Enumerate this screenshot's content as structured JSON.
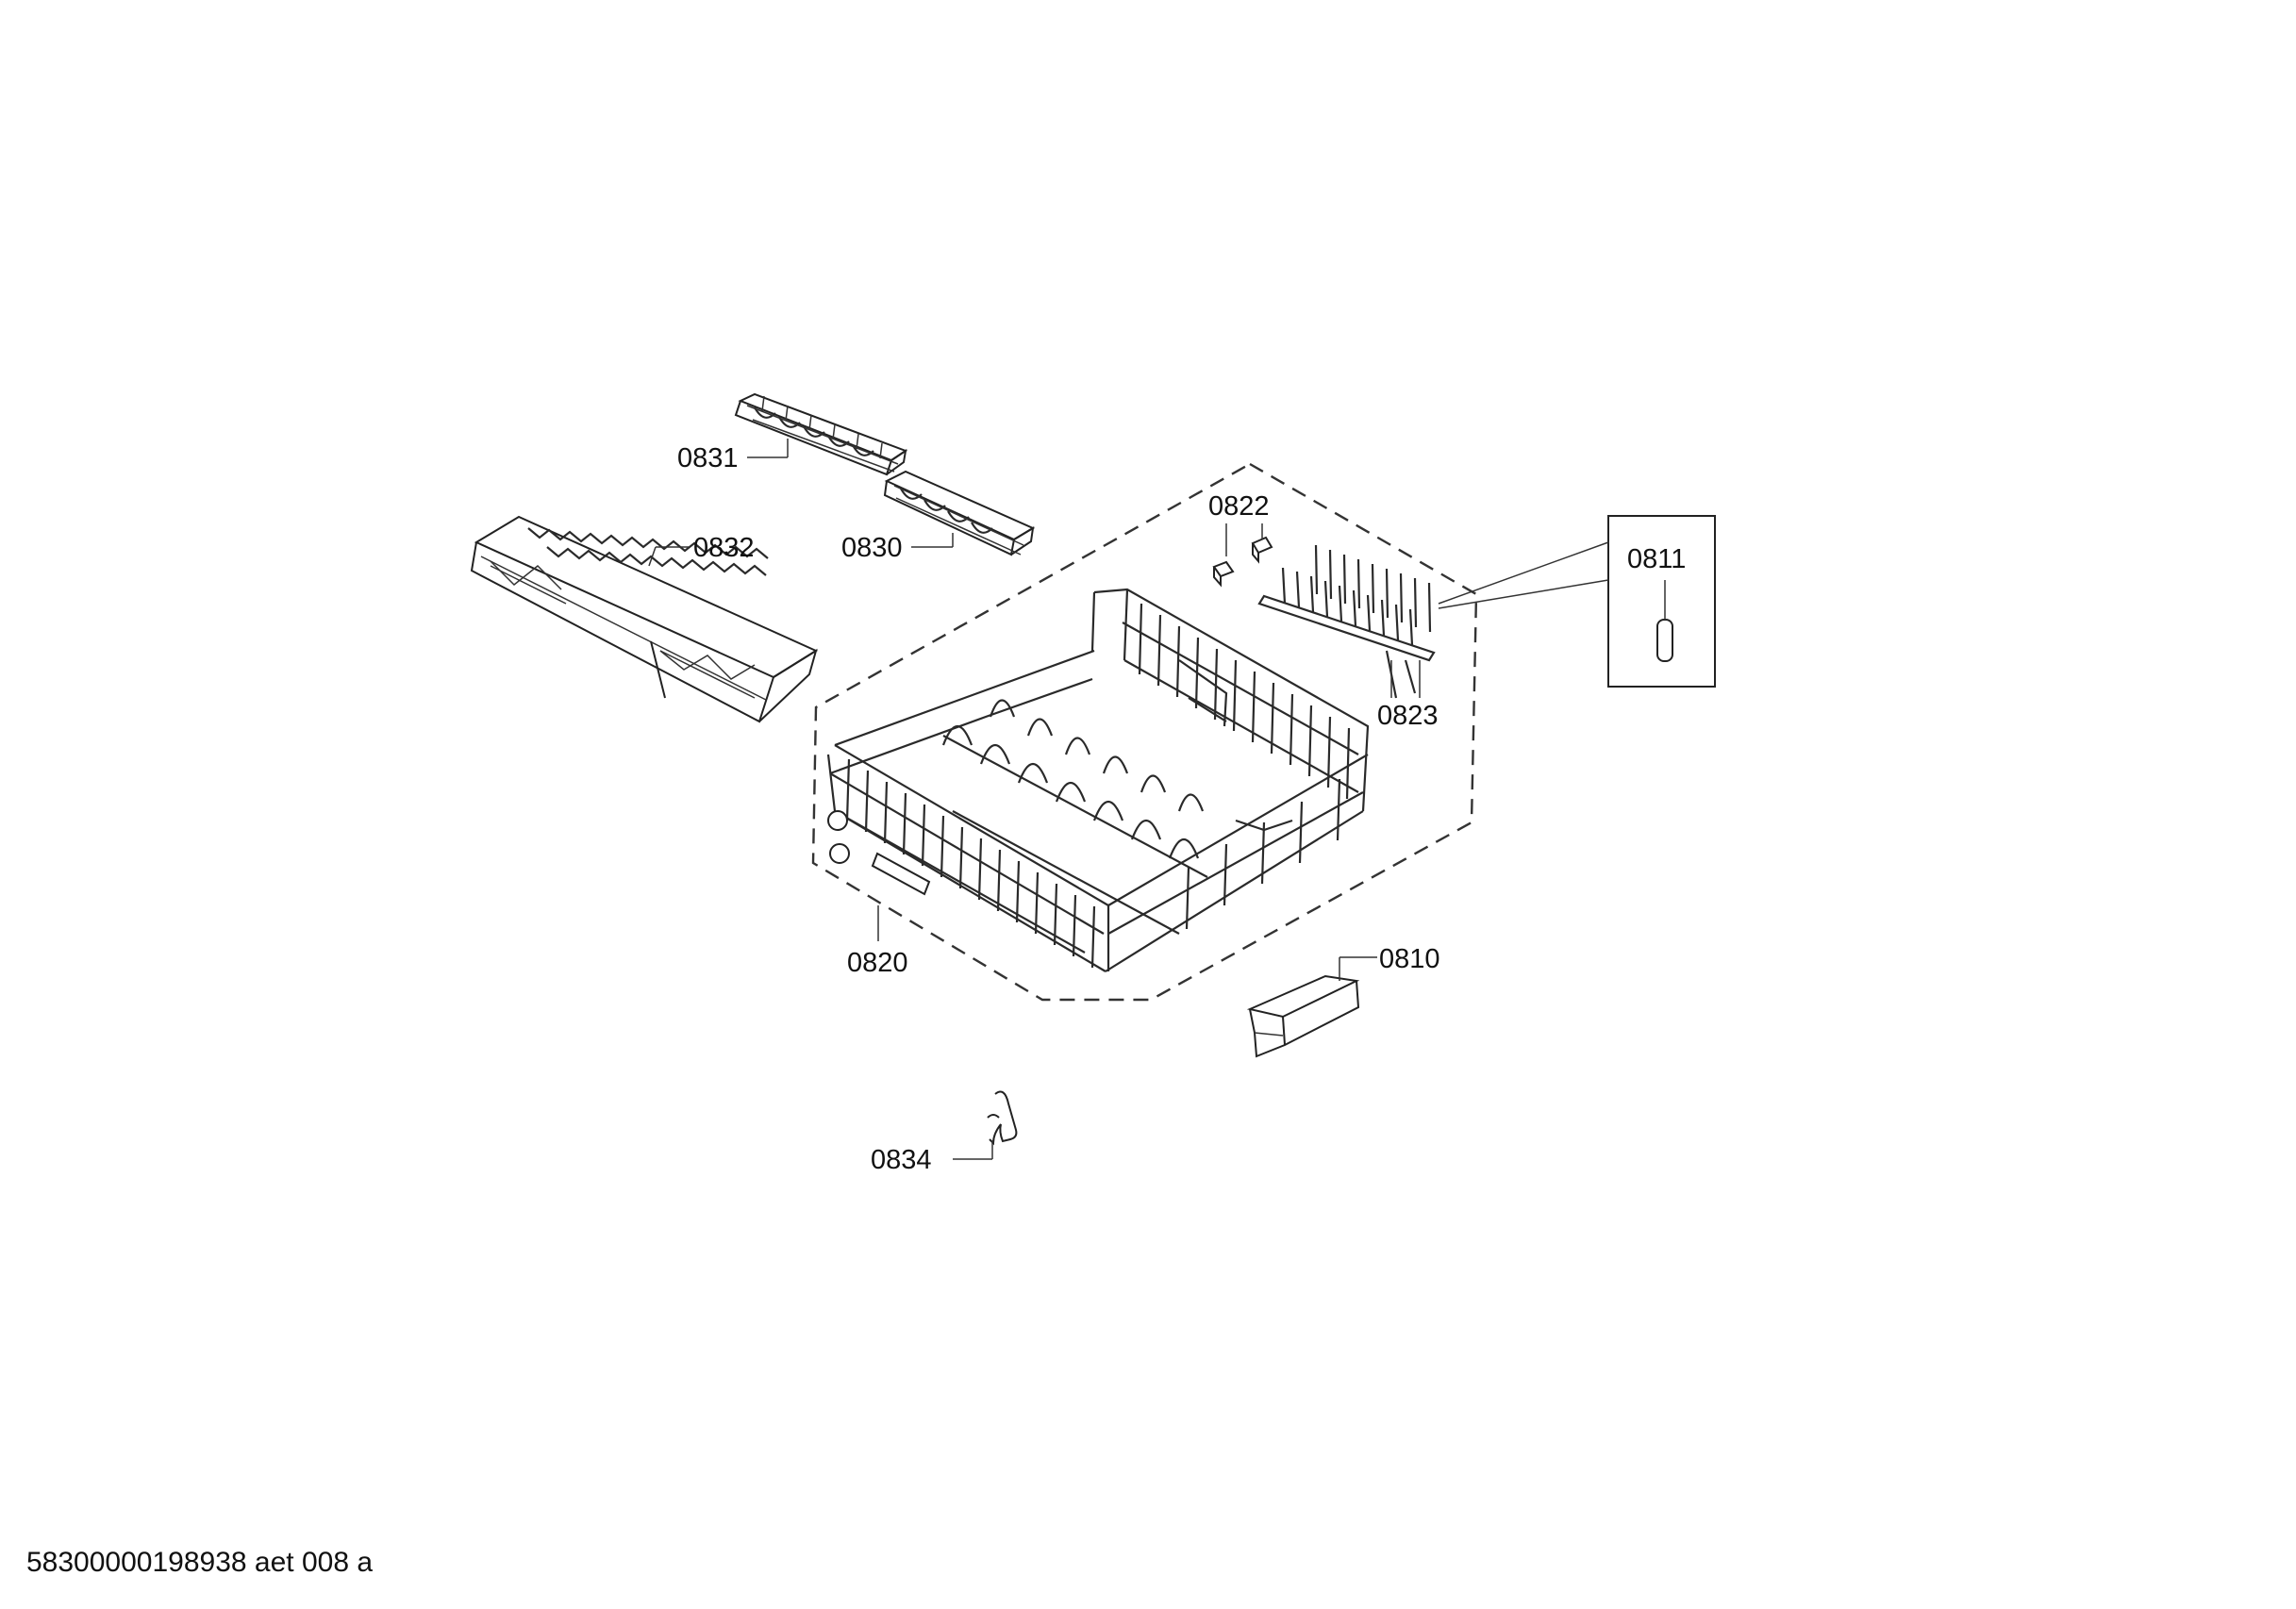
{
  "diagram": {
    "part_labels": {
      "p0810": "0810",
      "p0811": "0811",
      "p0820": "0820",
      "p0822": "0822",
      "p0823": "0823",
      "p0830": "0830",
      "p0831": "0831",
      "p0832": "0832",
      "p0834": "0834"
    },
    "document_code": "58300000198938 aet 008 a"
  }
}
